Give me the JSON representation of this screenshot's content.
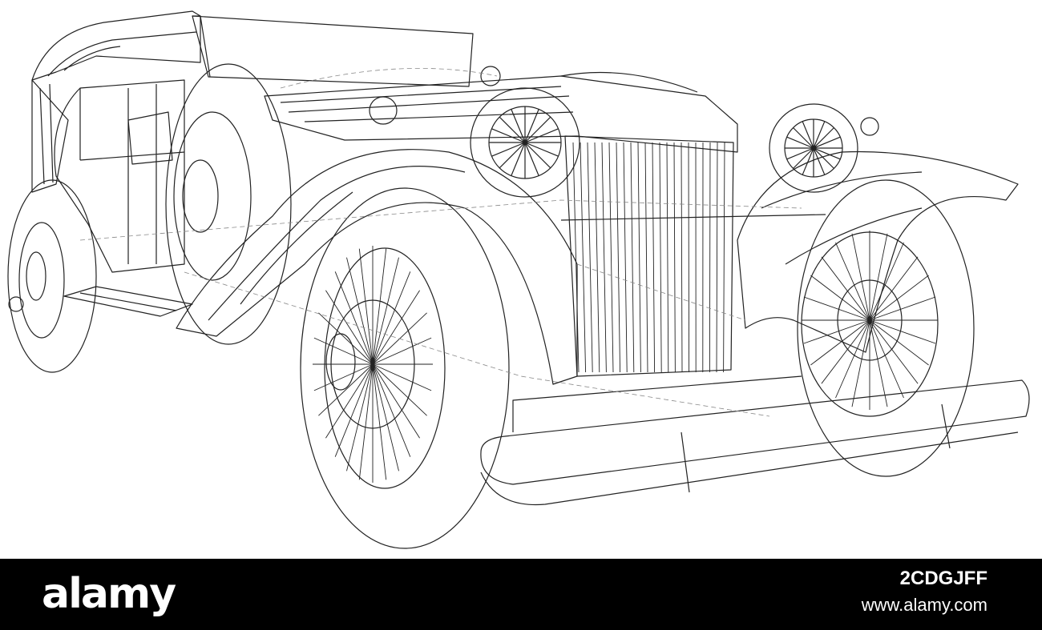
{
  "image": {
    "subject": "wireframe-vintage-car",
    "colors": {
      "background": "#ffffff",
      "line": "#222222",
      "dash": "#888888"
    }
  },
  "watermark": {
    "brand": "alamy",
    "image_id": "2CDGJFF",
    "url": "www.alamy.com",
    "colors": {
      "bar": "#000000",
      "text": "#ffffff"
    }
  }
}
